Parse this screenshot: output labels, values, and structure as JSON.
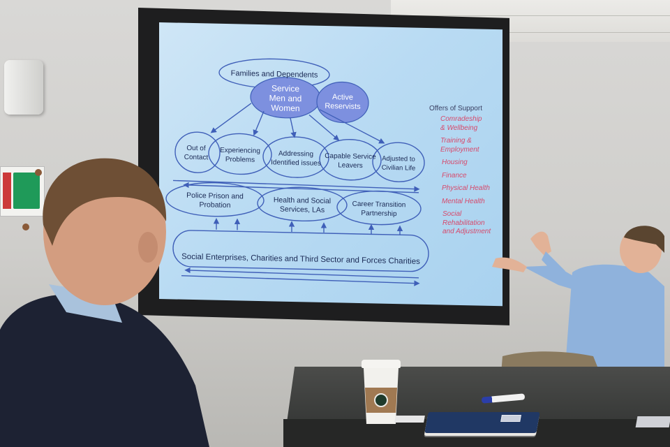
{
  "slide": {
    "top_ellipse": "Families and Dependents",
    "service_line1": "Service",
    "service_line2": "Men and",
    "service_line3": "Women",
    "reservists_line1": "Active",
    "reservists_line2": "Reservists",
    "stage1_line1": "Out of",
    "stage1_line2": "Contact",
    "stage2_line1": "Experiencing",
    "stage2_line2": "Problems",
    "stage3_line1": "Addressing",
    "stage3_line2": "Identified issues",
    "stage4_line1": "Capable Service",
    "stage4_line2": "Leavers",
    "stage5_line1": "Adjusted to",
    "stage5_line2": "Civilian Life",
    "agency1_line1": "Police Prison and",
    "agency1_line2": "Probation",
    "agency2_line1": "Health and Social",
    "agency2_line2": "Services, LAs",
    "agency3_line1": "Career Transition",
    "agency3_line2": "Partnership",
    "base_text": "Social Enterprises, Charities and Third Sector and Forces Charities",
    "offers_heading": "Offers of Support",
    "offers": [
      "Comradeship\n& Wellbeing",
      "Training &\nEmployment",
      "Housing",
      "Finance",
      "Physical Health",
      "Mental Health",
      "Social\nRehabilitation\nand Adjustment"
    ]
  },
  "colors": {
    "slide_bg": "#b9dbf3",
    "diagram_line": "#3f5fb8",
    "highlight_fill": "#7d90df",
    "offers_text": "#d74a6c"
  }
}
